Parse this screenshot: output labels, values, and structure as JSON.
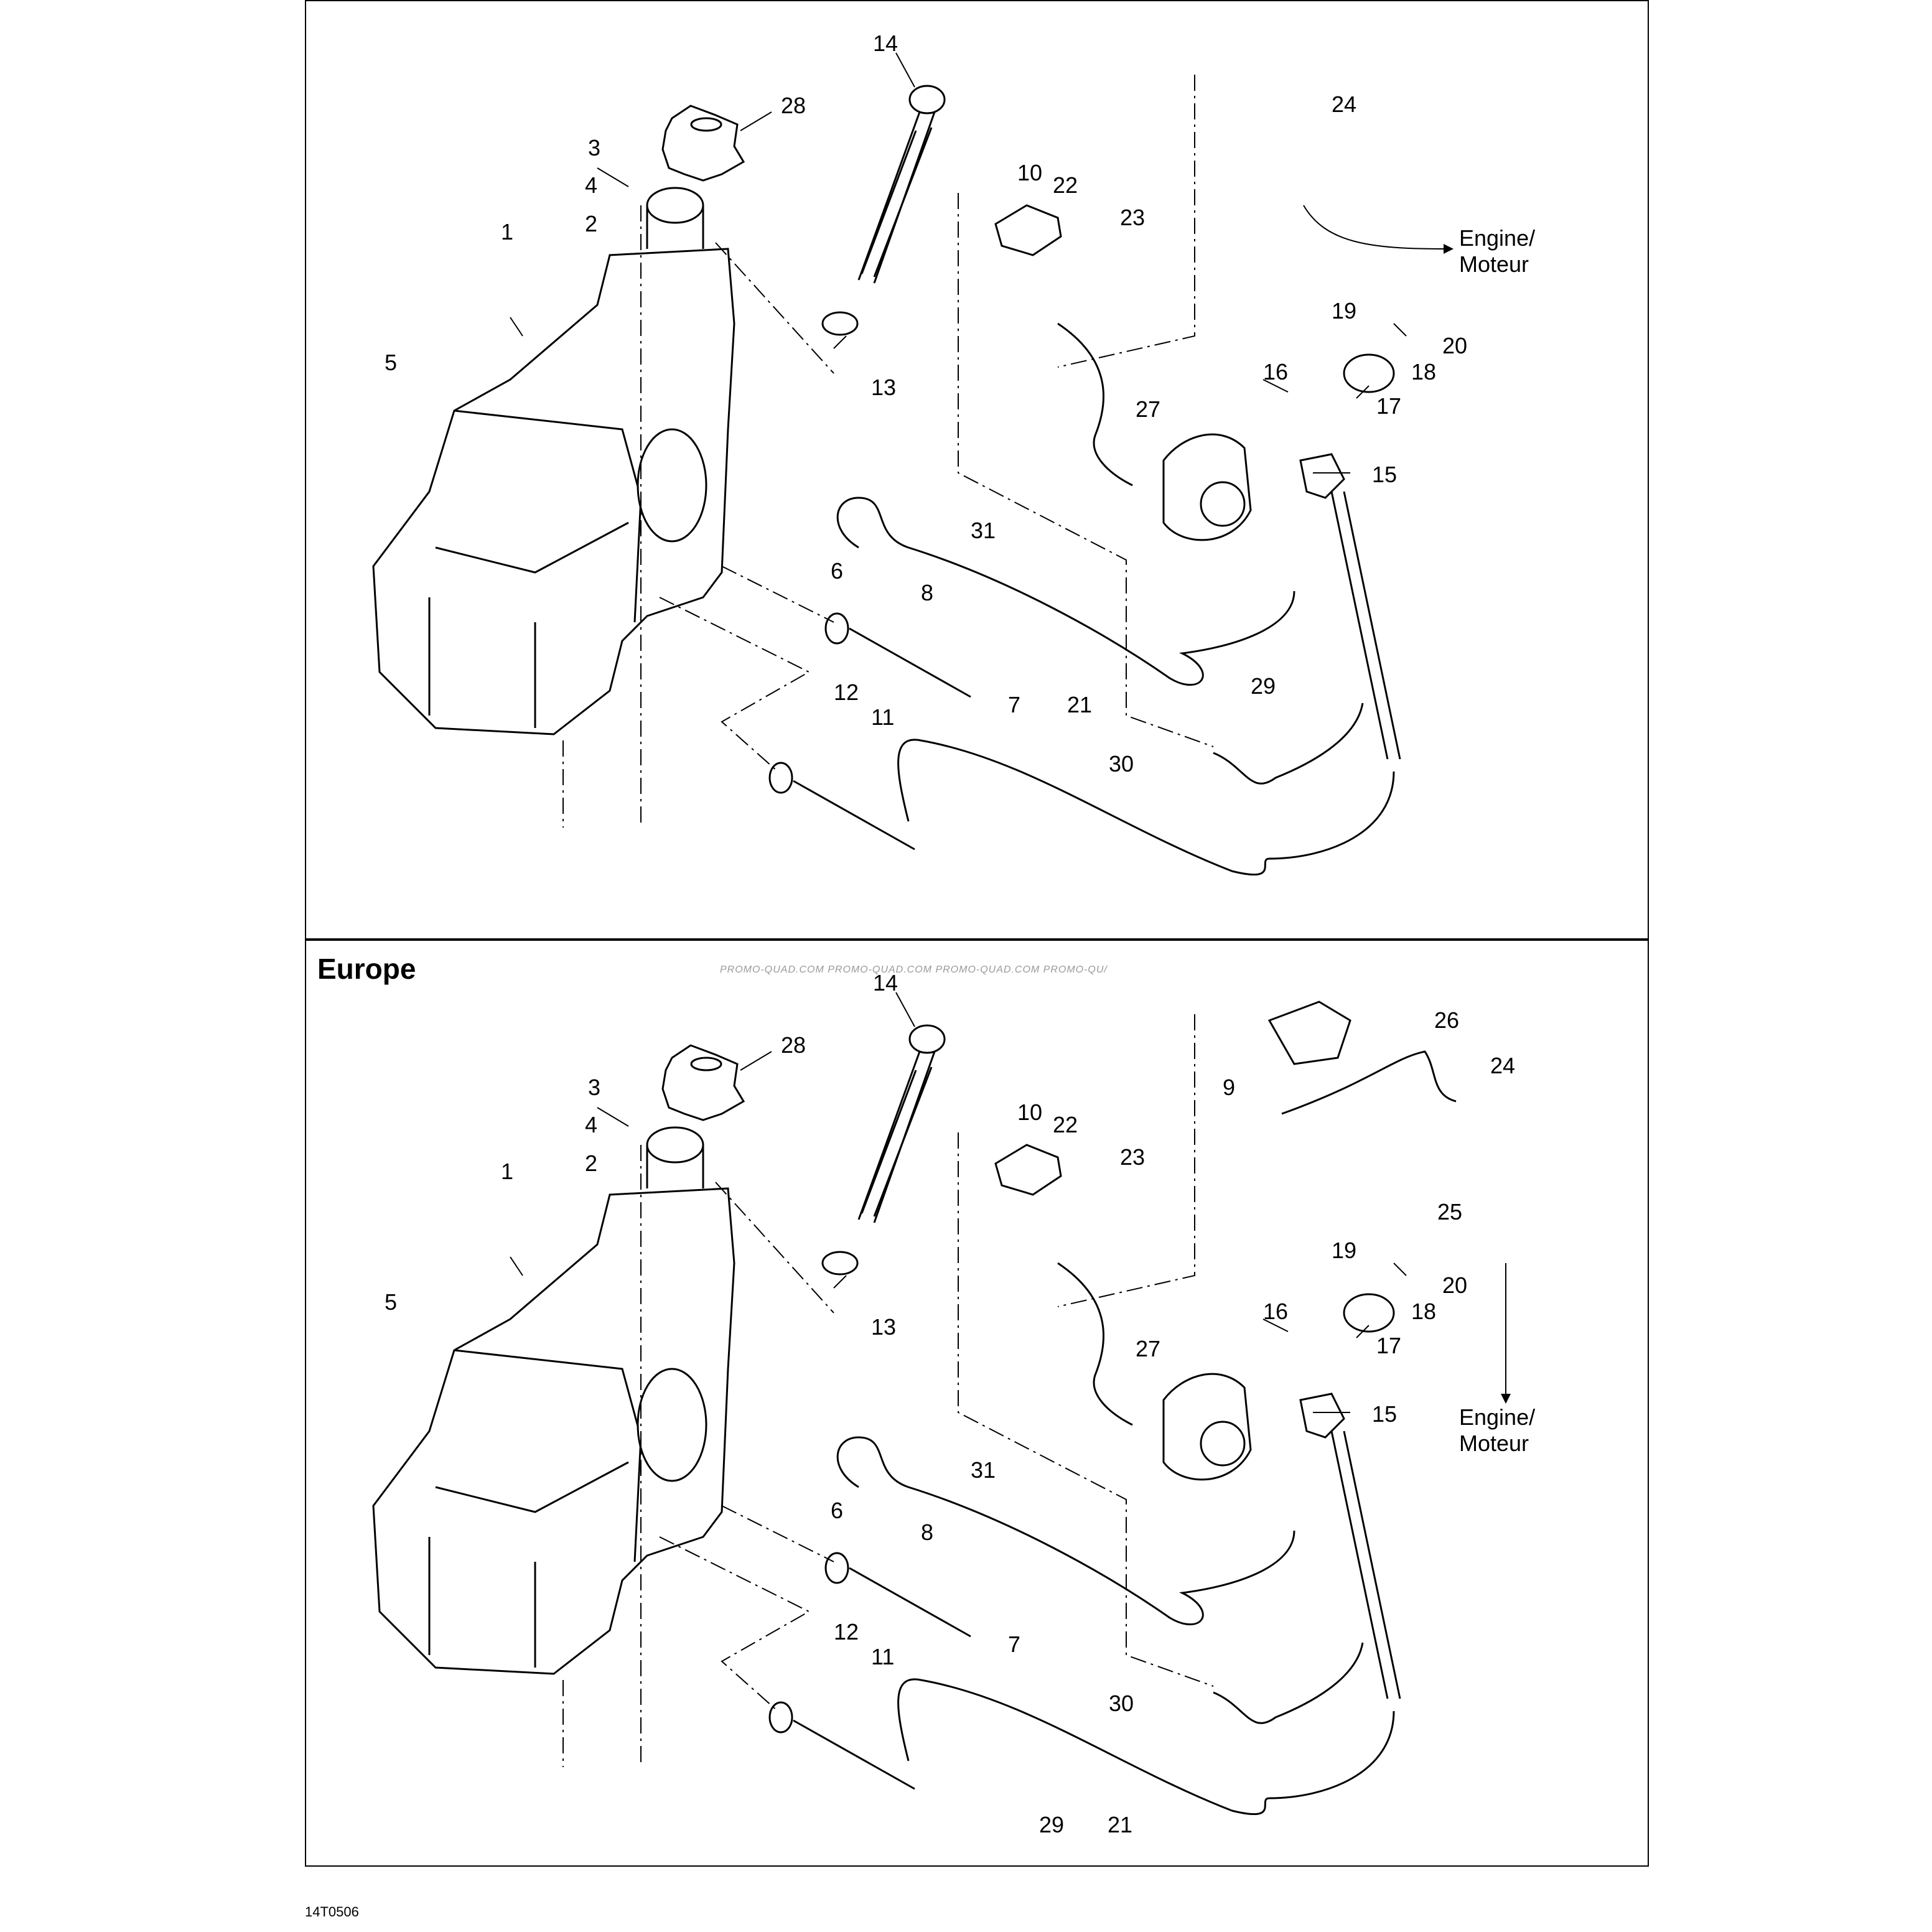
{
  "sections": [
    {
      "title": "",
      "callouts": [
        "1",
        "2",
        "3",
        "4",
        "5",
        "6",
        "7",
        "8",
        "10",
        "11",
        "12",
        "13",
        "14",
        "15",
        "16",
        "17",
        "18",
        "19",
        "20",
        "21",
        "22",
        "23",
        "24",
        "27",
        "28",
        "29",
        "30",
        "31"
      ],
      "notes": [
        "Engine/",
        "Moteur"
      ]
    },
    {
      "title": "Europe",
      "watermark": "PROMO-QUAD.COM   PROMO-QUAD.COM   PROMO-QUAD.COM   PROMO-QU/",
      "callouts": [
        "1",
        "2",
        "3",
        "4",
        "5",
        "6",
        "7",
        "8",
        "9",
        "10",
        "11",
        "12",
        "13",
        "14",
        "15",
        "16",
        "17",
        "18",
        "19",
        "20",
        "21",
        "22",
        "23",
        "24",
        "25",
        "26",
        "27",
        "28",
        "29",
        "30",
        "31"
      ],
      "notes": [
        "Engine/",
        "Moteur"
      ]
    }
  ],
  "figure_code": "14T0506"
}
